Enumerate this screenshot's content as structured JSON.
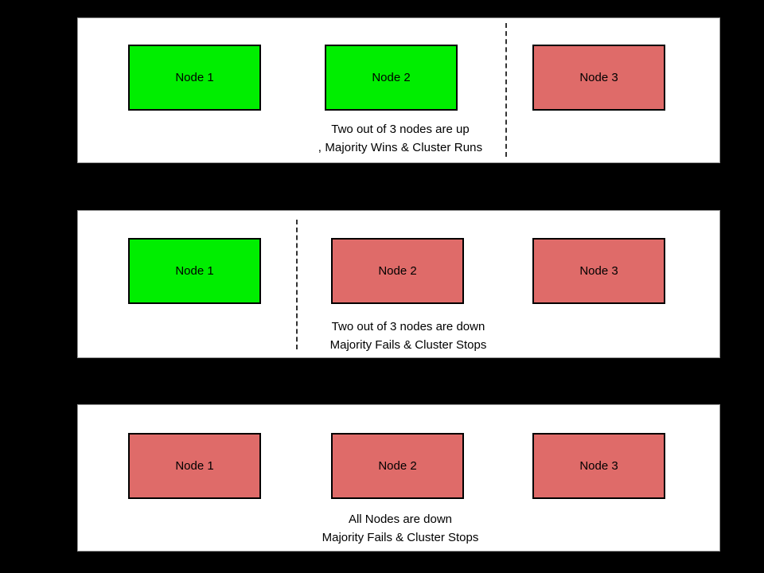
{
  "colors": {
    "background": "#000000",
    "panel_background": "#ffffff",
    "node_up": "#00ee00",
    "node_down": "#df6b69",
    "node_border": "#000000",
    "divider": "#333333",
    "text": "#000000"
  },
  "panels": [
    {
      "id": "panel-two-of-three-up",
      "nodes": [
        {
          "label": "Node 1",
          "state": "up"
        },
        {
          "label": "Node 2",
          "state": "up"
        },
        {
          "label": "Node 3",
          "state": "down"
        }
      ],
      "divider": {
        "present": true,
        "style": "dashed",
        "position": "between-node-2-and-node-3"
      },
      "caption": {
        "line1": "Two out of 3 nodes are up",
        "line2": ", Majority Wins & Cluster Runs"
      }
    },
    {
      "id": "panel-two-of-three-down",
      "nodes": [
        {
          "label": "Node 1",
          "state": "up"
        },
        {
          "label": "Node 2",
          "state": "down"
        },
        {
          "label": "Node 3",
          "state": "down"
        }
      ],
      "divider": {
        "present": true,
        "style": "dashed",
        "position": "between-node-1-and-node-2"
      },
      "caption": {
        "line1": "Two out of 3 nodes are down",
        "line2": "Majority Fails & Cluster Stops"
      }
    },
    {
      "id": "panel-all-down",
      "nodes": [
        {
          "label": "Node 1",
          "state": "down"
        },
        {
          "label": "Node 2",
          "state": "down"
        },
        {
          "label": "Node 3",
          "state": "down"
        }
      ],
      "divider": {
        "present": false
      },
      "caption": {
        "line1": "All Nodes are down",
        "line2": "Majority Fails & Cluster Stops"
      }
    }
  ]
}
